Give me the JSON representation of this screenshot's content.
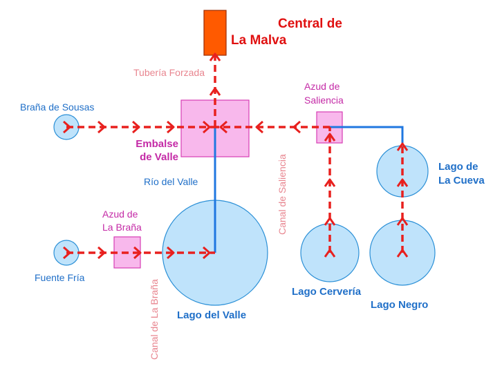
{
  "colors": {
    "canal": "#e8201e",
    "river": "#1f77e0",
    "lake_fill": "#bfe3fb",
    "lake_stroke": "#2a8fd6",
    "reservoir_fill": "#f8b8ec",
    "reservoir_stroke": "#d63cb4",
    "plant_fill": "#ff5a00",
    "plant_stroke": "#9a2c00",
    "blue_label": "#1f6fc8",
    "magenta_label": "#c42aa6",
    "pink_label": "#e8858f",
    "red_label": "#e01010"
  },
  "labels": {
    "central": [
      "Central de",
      "La Malva"
    ],
    "tuberia": "Tubería Forzada",
    "brana_sousas": "Braña de Sousas",
    "embalse": [
      "Embalse",
      "de Valle"
    ],
    "azud_saliencia": [
      "Azud de",
      "Saliencia"
    ],
    "rio_valle": "Río del Valle",
    "canal_saliencia": "Canal de Saliencia",
    "lago_cueva": [
      "Lago de",
      "La Cueva"
    ],
    "azud_brana": [
      "Azud de",
      "La Braña"
    ],
    "fuente_fria": "Fuente Fría",
    "canal_brana": "Canal de La Braña",
    "lago_valle": "Lago del Valle",
    "lago_cerveria": "Lago Cervería",
    "lago_negro": "Lago Negro"
  }
}
